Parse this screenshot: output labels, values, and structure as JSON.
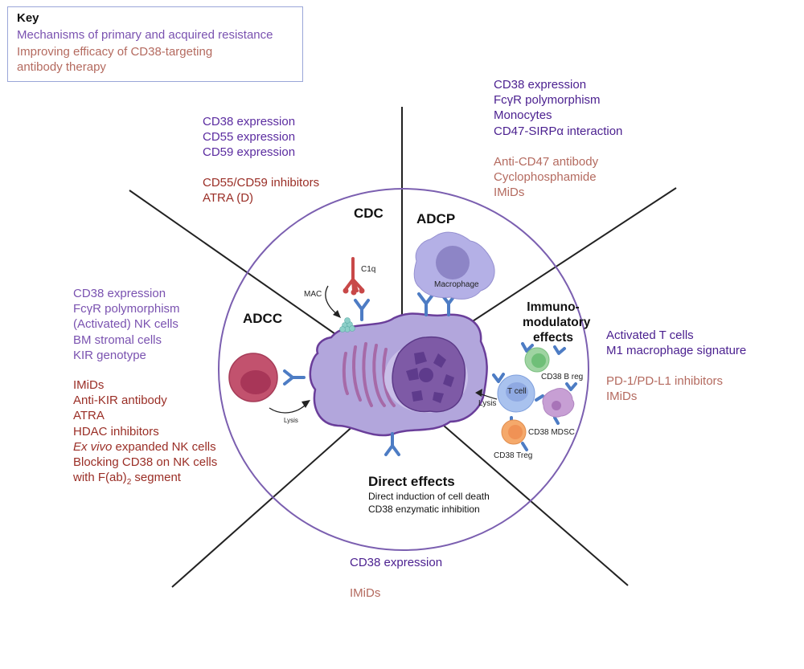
{
  "key": {
    "title": "Key",
    "mechanisms_label": "Mechanisms of primary and acquired resistance",
    "improving_label_line1": "Improving efficacy of CD38-targeting",
    "improving_label_line2": "antibody therapy",
    "colors": {
      "mechanisms": "#7a52b0",
      "improving": "#b46a5f"
    }
  },
  "sections": {
    "cdc": {
      "title": "CDC",
      "resistance": [
        "CD38 expression",
        "CD55 expression",
        "CD59 expression"
      ],
      "improving": [
        "CD55/CD59 inhibitors",
        "ATRA (D)"
      ],
      "labels": {
        "c1q": "C1q",
        "mac": "MAC"
      }
    },
    "adcp": {
      "title": "ADCP",
      "resistance": [
        "CD38 expression",
        "FcγR polymorphism",
        "Monocytes",
        "CD47-SIRPα interaction"
      ],
      "improving": [
        "Anti-CD47 antibody",
        "Cyclophosphamide",
        "IMiDs"
      ],
      "labels": {
        "macrophage": "Macrophage"
      }
    },
    "adcc": {
      "title": "ADCC",
      "resistance": [
        "CD38 expression",
        "FcγR polymorphism",
        "(Activated) NK cells",
        "BM stromal cells",
        "KIR genotype"
      ],
      "improving": [
        "IMiDs",
        "Anti-KIR antibody",
        "ATRA",
        "HDAC inhibitors"
      ],
      "improving_exvivo_italic": "Ex vivo",
      "improving_exvivo_rest": " expanded NK cells",
      "improving_blocking_line1": "Blocking CD38 on NK cells",
      "improving_blocking_line2_pre": "with F(ab)",
      "improving_blocking_line2_sub": "2",
      "improving_blocking_line2_post": " segment",
      "labels": {
        "lysis": "Lysis"
      }
    },
    "immuno": {
      "title_line1": "Immuno-",
      "title_line2": "modulatory",
      "title_line3": "effects",
      "resistance": [
        "Activated T cells",
        "M1 macrophage signature"
      ],
      "improving": [
        "PD-1/PD-L1 inhibitors",
        "IMiDs"
      ],
      "labels": {
        "t_cell": "T cell",
        "breg": "CD38 B reg",
        "mdsc": "CD38 MDSC",
        "treg": "CD38 Treg",
        "lysis": "Lysis"
      }
    },
    "direct": {
      "title": "Direct effects",
      "sub": [
        "Direct induction of cell death",
        "CD38 enzymatic inhibition"
      ],
      "resistance": [
        "CD38 expression"
      ],
      "improving": [
        "IMiDs"
      ]
    }
  },
  "colors": {
    "resistance_text": "#5b2ca0",
    "improving_text": "#9a2e26",
    "circle_stroke": "#7b5fb0",
    "tumor_cell": "#b2a6dc",
    "nucleus": "#7e5aa6",
    "antibody": "#4d7cc4",
    "nk_cell": "#c2526e",
    "macrophage": "#b4b0e6"
  }
}
